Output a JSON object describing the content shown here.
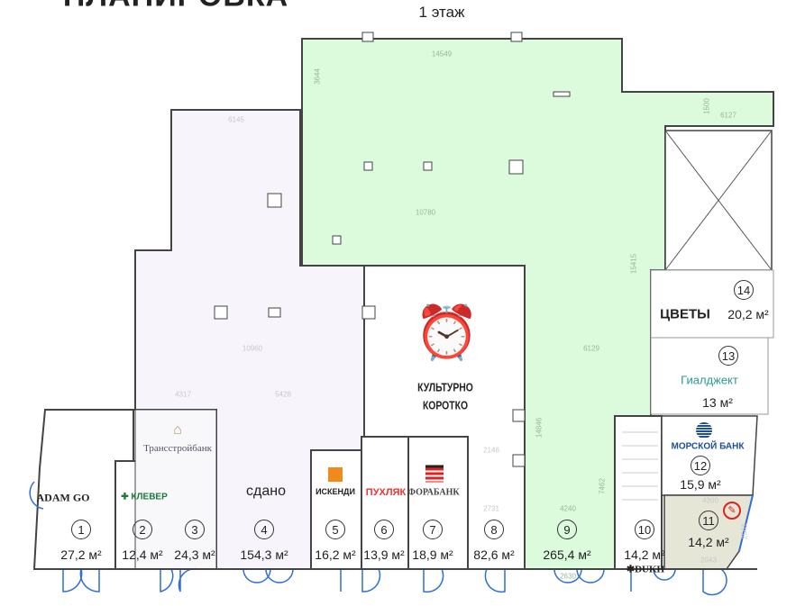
{
  "header": {
    "title": "ПЛАНИРОВКА",
    "floor": "1 этаж"
  },
  "colors": {
    "rented": "#dcfbdc",
    "leased_out": "#f7f5fb",
    "room11": "#e6e6d6",
    "wall": "#444444",
    "door": "#2f6fd6"
  },
  "rooms": [
    {
      "num": "1",
      "area": "27,2 м²",
      "tenant": "ADAM GO"
    },
    {
      "num": "2",
      "area": "12,4 м²",
      "tenant": "КЛЕВЕР"
    },
    {
      "num": "3",
      "area": "24,3 м²",
      "tenant": "Трансстройбанк"
    },
    {
      "num": "4",
      "area": "154,3 м²",
      "tenant": "сдано"
    },
    {
      "num": "5",
      "area": "16,2 м²",
      "tenant": "ИСКЕНДИ"
    },
    {
      "num": "6",
      "area": "13,9 м²",
      "tenant": "ПУХЛЯК"
    },
    {
      "num": "7",
      "area": "18,9 м²",
      "tenant": "ФОРАБАНК"
    },
    {
      "num": "8",
      "area": "82,6 м²",
      "tenant": "КУЛЬТУРНО КОРОТКО"
    },
    {
      "num": "9",
      "area": "265,4 м²",
      "tenant": ""
    },
    {
      "num": "10",
      "area": "14,2 м²",
      "tenant": "DUKH"
    },
    {
      "num": "11",
      "area": "14,2 м²",
      "tenant": ""
    },
    {
      "num": "12",
      "area": "15,9 м²",
      "tenant": "МОРСКОЙ БАНК"
    },
    {
      "num": "13",
      "area": "13 м²",
      "tenant": "Гиалджект"
    },
    {
      "num": "14",
      "area": "20,2 м²",
      "tenant": "ЦВЕТЫ"
    }
  ],
  "kulturno": {
    "line1": "КУЛЬТУРНО",
    "line2": "КОРОТКО"
  },
  "dimensions": [
    "14549",
    "3644",
    "10780",
    "15415",
    "1500",
    "6127",
    "6129",
    "14846",
    "7462",
    "4240",
    "2630",
    "4300",
    "2043",
    "2561",
    "6145",
    "10960",
    "5428",
    "4317",
    "2146",
    "2731"
  ]
}
